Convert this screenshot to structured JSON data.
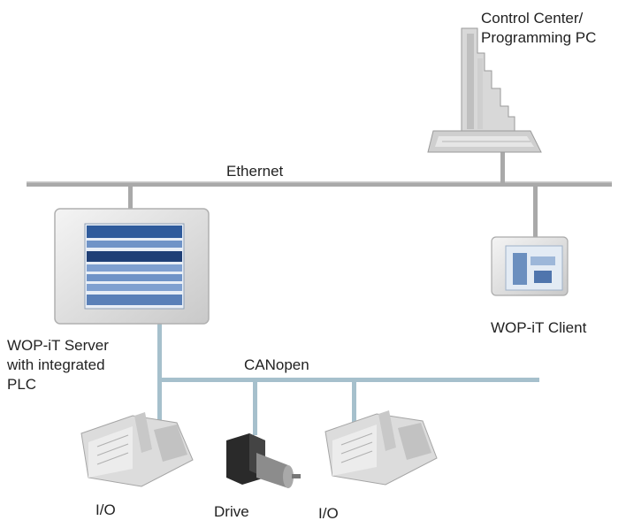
{
  "network": {
    "ethernet_label": "Ethernet",
    "canopen_label": "CANopen"
  },
  "devices": {
    "control_center": {
      "line1": "Control Center/",
      "line2": "Programming PC"
    },
    "server": {
      "line1": "WOP-iT Server",
      "line2": "with integrated",
      "line3": "PLC"
    },
    "client": {
      "label": "WOP-iT Client"
    },
    "io_left": {
      "label": "I/O"
    },
    "drive": {
      "label": "Drive"
    },
    "io_right": {
      "label": "I/O"
    }
  },
  "colors": {
    "ethernet_bus": "#a9a9a9",
    "canopen_bus": "#a6c0cc",
    "device_gray": "#d9d9d9",
    "screen_blue": "#6b8fbf"
  }
}
